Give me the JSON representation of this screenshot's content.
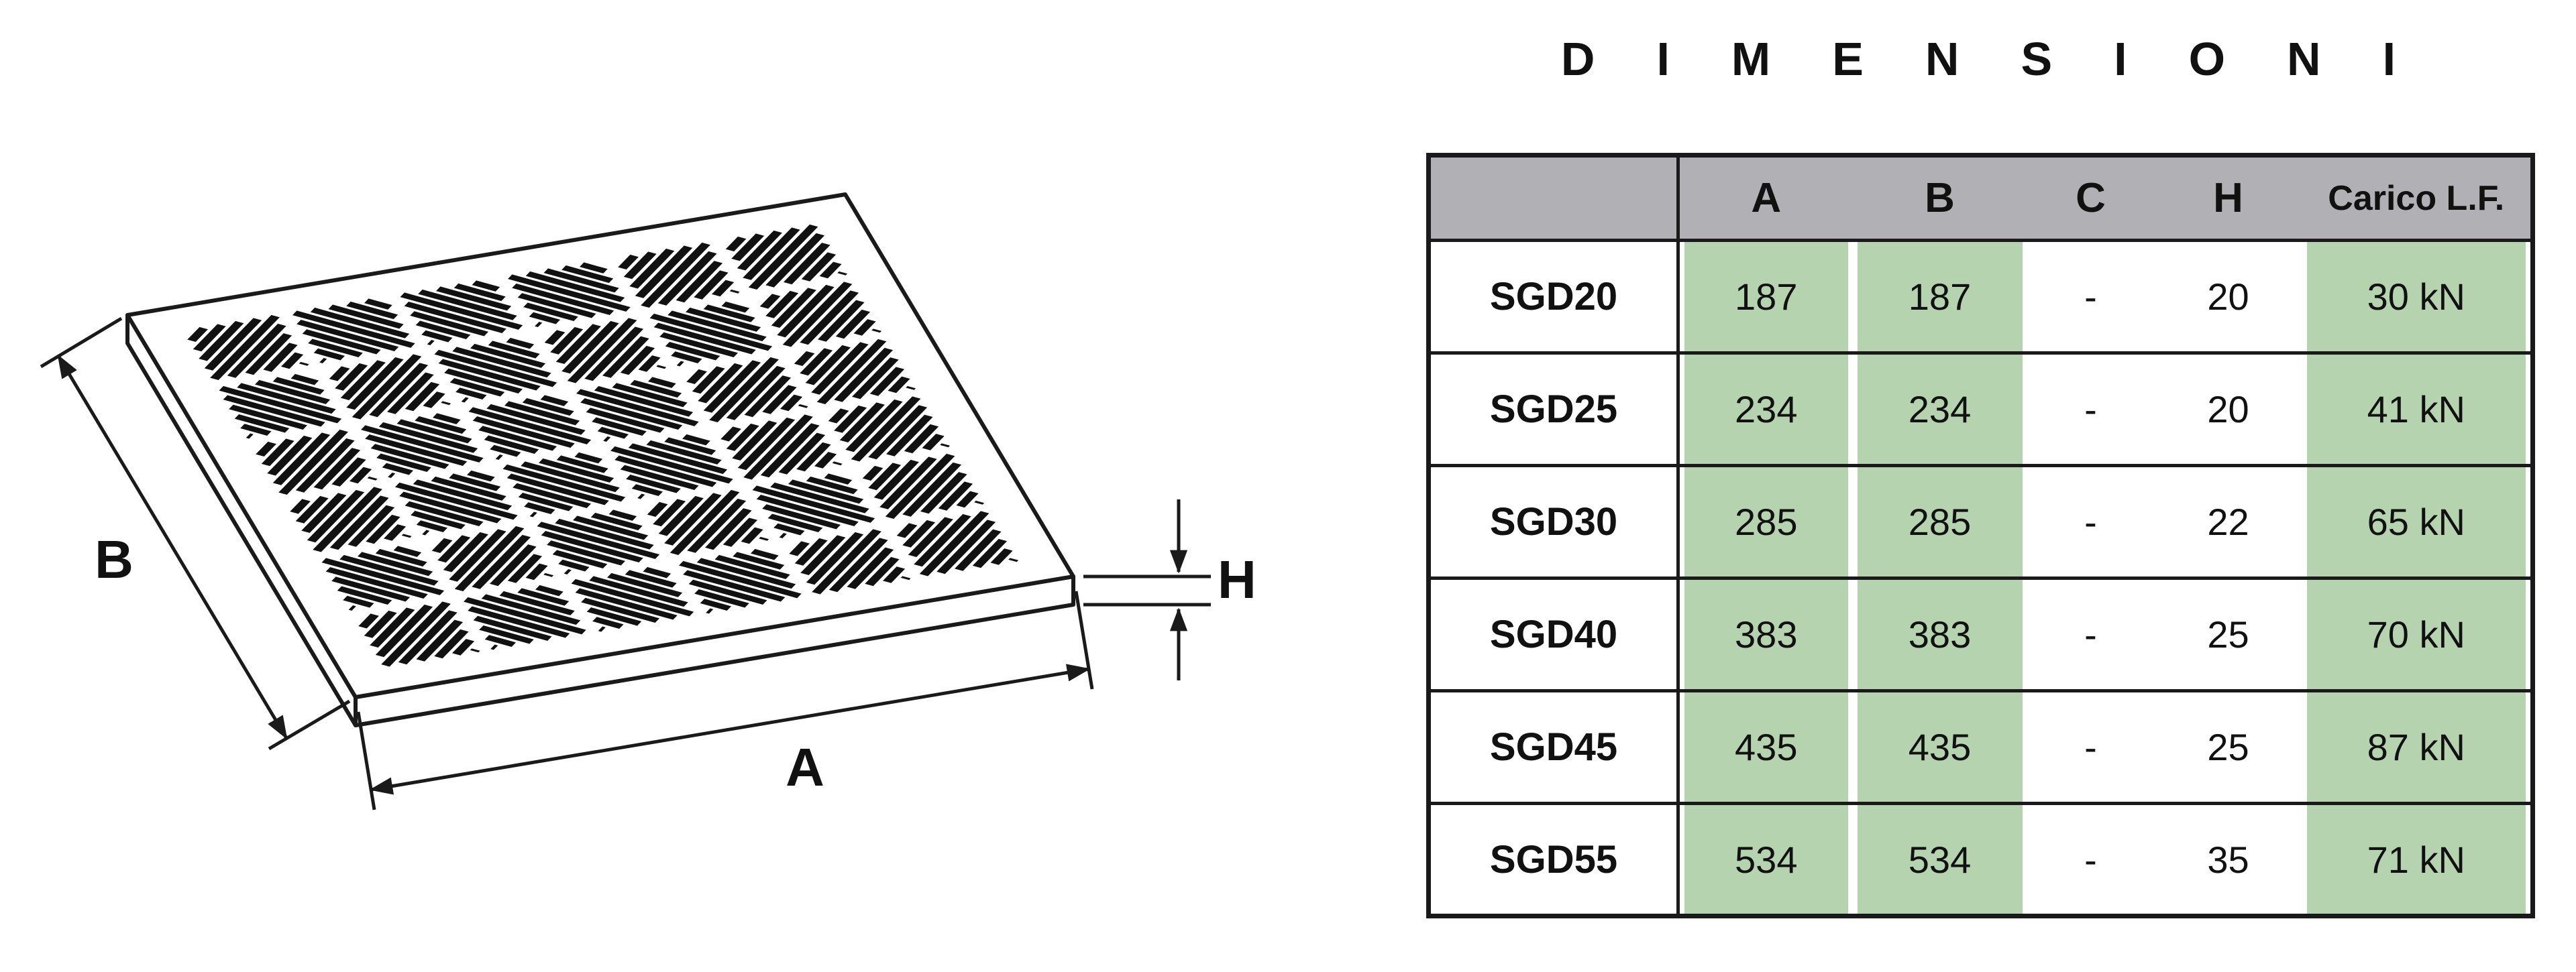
{
  "title": {
    "text": "DIMENSIONI"
  },
  "diagram": {
    "description": "isometric-drawing-of-slotted-grate",
    "labels": {
      "a": "A",
      "b": "B",
      "h": "H"
    }
  },
  "table": {
    "headers": {
      "model": "",
      "a": "A",
      "b": "B",
      "c": "C",
      "h": "H",
      "load": "Carico L.F."
    },
    "rows": [
      {
        "model": "SGD20",
        "a": "187",
        "b": "187",
        "c": "-",
        "h": "20",
        "load": "30 kN"
      },
      {
        "model": "SGD25",
        "a": "234",
        "b": "234",
        "c": "-",
        "h": "20",
        "load": "41 kN"
      },
      {
        "model": "SGD30",
        "a": "285",
        "b": "285",
        "c": "-",
        "h": "22",
        "load": "65 kN"
      },
      {
        "model": "SGD40",
        "a": "383",
        "b": "383",
        "c": "-",
        "h": "25",
        "load": "70 kN"
      },
      {
        "model": "SGD45",
        "a": "435",
        "b": "435",
        "c": "-",
        "h": "25",
        "load": "87 kN"
      },
      {
        "model": "SGD55",
        "a": "534",
        "b": "534",
        "c": "-",
        "h": "35",
        "load": "71 kN"
      }
    ],
    "colors": {
      "header_bg": "#b1b1b5",
      "green": "#b4d3ae",
      "border": "#1a1a1a"
    }
  }
}
